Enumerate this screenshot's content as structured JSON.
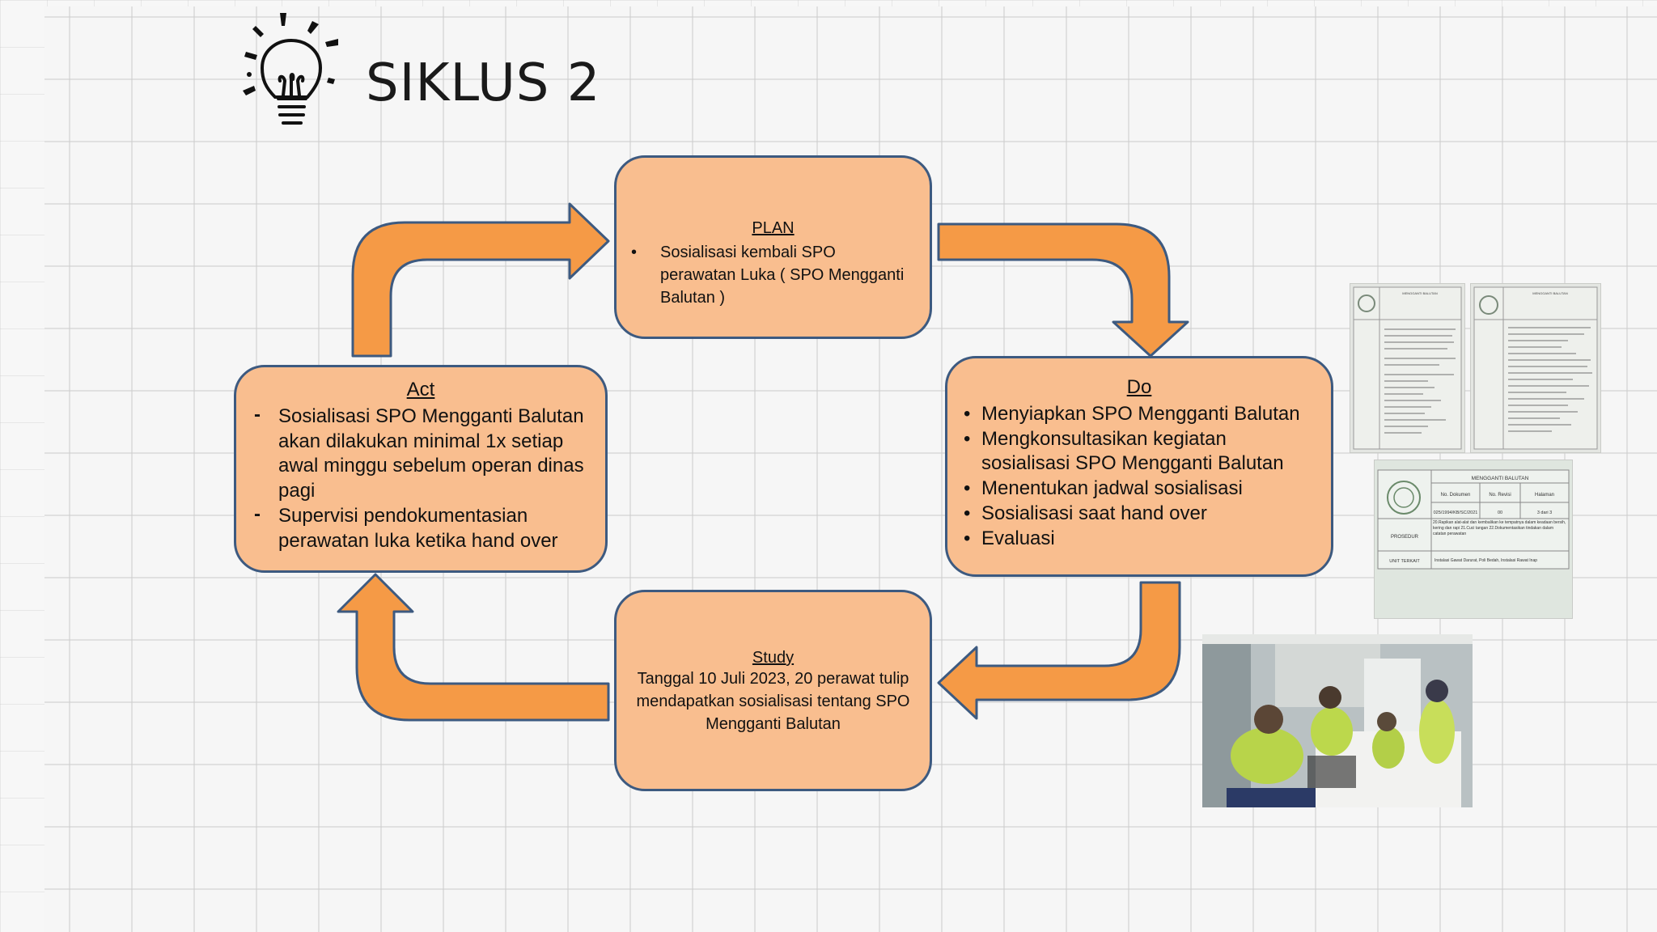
{
  "title": "SIKLUS 2",
  "plan": {
    "heading": "PLAN",
    "items": [
      "Sosialisasi kembali SPO perawatan Luka ( SPO Mengganti Balutan )"
    ]
  },
  "do": {
    "heading": "Do",
    "items": [
      "Menyiapkan SPO Mengganti Balutan",
      "Mengkonsultasikan kegiatan sosialisasi SPO Mengganti Balutan",
      "Menentukan jadwal sosialisasi",
      "Sosialisasi saat hand over",
      "Evaluasi"
    ]
  },
  "study": {
    "heading": "Study",
    "text": "Tanggal  10 Juli 2023, 20 perawat tulip mendapatkan sosialisasi tentang SPO Mengganti Balutan"
  },
  "act": {
    "heading": "Act",
    "items": [
      "Sosialisasi SPO Mengganti Balutan akan dilakukan minimal 1x setiap awal minggu sebelum operan dinas pagi",
      "Supervisi pendokumentasian perawatan luka  ketika hand over"
    ]
  },
  "documents": {
    "doc1_header": "MENGGANTI BALUTAN",
    "doc2_header": "MENGGANTI BALUTAN",
    "doc3": {
      "header": "MENGGANTI BALUTAN",
      "col_no_dokumen": "No. Dokumen",
      "col_no_revisi": "No. Revisi",
      "col_halaman": "Halaman",
      "no_dokumen": "025/1994/KB/SC/2021",
      "no_revisi": "00",
      "halaman": "3 dari 3",
      "prosedur_label": "PROSEDUR",
      "prosedur_text": "20.Rapikan alat-alat dan kembalikan ke tempatnya dalam keadaan bersih, kering dan rapi 21.Cuci tangan 22.Dokumentasikan tindakan dalam catatan perawatan",
      "unit_label": "UNIT TERKAIT",
      "unit_text": "Instalasi Gawat Darurat, Poli Bedah, Instalasi Rawat Inap"
    }
  },
  "colors": {
    "box_fill": "#f9be8f",
    "box_border": "#3d5a80",
    "arrow_fill": "#f59a46"
  }
}
